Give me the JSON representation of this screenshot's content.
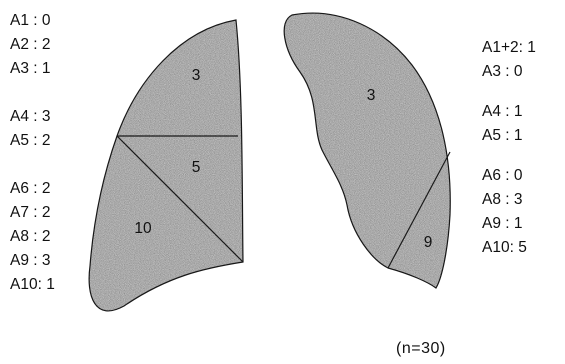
{
  "left_lung": {
    "segments": [
      {
        "label": "A1",
        "value": "0"
      },
      {
        "label": "A2",
        "value": "2"
      },
      {
        "label": "A3",
        "value": "1"
      },
      {
        "label": "A4",
        "value": "3"
      },
      {
        "label": "A5",
        "value": "2"
      },
      {
        "label": "A6",
        "value": "2"
      },
      {
        "label": "A7",
        "value": "2"
      },
      {
        "label": "A8",
        "value": "2"
      },
      {
        "label": "A9",
        "value": "3"
      },
      {
        "label": "A10",
        "value": "1"
      }
    ],
    "region_counts": [
      "3",
      "5",
      "10"
    ]
  },
  "right_lung": {
    "segments": [
      {
        "label": "A1+2",
        "value": "1"
      },
      {
        "label": "A3",
        "value": "0"
      },
      {
        "label": "A4",
        "value": "1"
      },
      {
        "label": "A5",
        "value": "1"
      },
      {
        "label": "A6",
        "value": "0"
      },
      {
        "label": "A8",
        "value": "3"
      },
      {
        "label": "A9",
        "value": "1"
      },
      {
        "label": "A10",
        "value": "5"
      }
    ],
    "region_counts": [
      "3",
      "9"
    ]
  },
  "sample_size": "(n=30)",
  "colors": {
    "lung_fill": "#d2d2d2",
    "outline": "#1a1a1a"
  }
}
